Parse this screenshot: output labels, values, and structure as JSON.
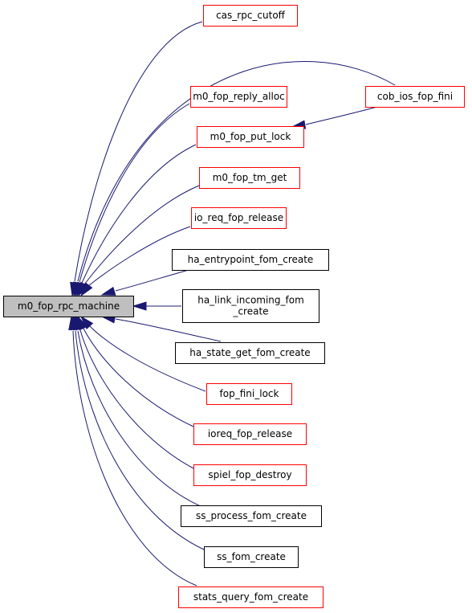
{
  "diagram": {
    "colors": {
      "edge": "#191970",
      "border_default": "#000000",
      "border_truncated": "#ff0000",
      "fill_default": "#ffffff",
      "fill_focus": "#bfbfbf"
    },
    "nodes": [
      {
        "id": "m0_fop_rpc_machine",
        "lines": [
          "m0_fop_rpc_machine"
        ],
        "style": "focus"
      },
      {
        "id": "cas_rpc_cutoff",
        "lines": [
          "cas_rpc_cutoff"
        ],
        "style": "truncated"
      },
      {
        "id": "m0_fop_reply_alloc",
        "lines": [
          "m0_fop_reply_alloc"
        ],
        "style": "truncated"
      },
      {
        "id": "cob_ios_fop_fini",
        "lines": [
          "cob_ios_fop_fini"
        ],
        "style": "truncated"
      },
      {
        "id": "m0_fop_put_lock",
        "lines": [
          "m0_fop_put_lock"
        ],
        "style": "truncated"
      },
      {
        "id": "m0_fop_tm_get",
        "lines": [
          "m0_fop_tm_get"
        ],
        "style": "truncated"
      },
      {
        "id": "io_req_fop_release",
        "lines": [
          "io_req_fop_release"
        ],
        "style": "truncated"
      },
      {
        "id": "ha_entrypoint_fom_create",
        "lines": [
          "ha_entrypoint_fom_create"
        ],
        "style": "default"
      },
      {
        "id": "ha_link_incoming_fom_create",
        "lines": [
          "ha_link_incoming_fom",
          "_create"
        ],
        "style": "default"
      },
      {
        "id": "ha_state_get_fom_create",
        "lines": [
          "ha_state_get_fom_create"
        ],
        "style": "default"
      },
      {
        "id": "fop_fini_lock",
        "lines": [
          "fop_fini_lock"
        ],
        "style": "truncated"
      },
      {
        "id": "ioreq_fop_release",
        "lines": [
          "ioreq_fop_release"
        ],
        "style": "truncated"
      },
      {
        "id": "spiel_fop_destroy",
        "lines": [
          "spiel_fop_destroy"
        ],
        "style": "truncated"
      },
      {
        "id": "ss_process_fom_create",
        "lines": [
          "ss_process_fom_create"
        ],
        "style": "default"
      },
      {
        "id": "ss_fom_create",
        "lines": [
          "ss_fom_create"
        ],
        "style": "default"
      },
      {
        "id": "stats_query_fom_create",
        "lines": [
          "stats_query_fom_create"
        ],
        "style": "truncated"
      }
    ],
    "edges": [
      {
        "from": "cas_rpc_cutoff",
        "to": "m0_fop_rpc_machine"
      },
      {
        "from": "cob_ios_fop_fini",
        "to": "m0_fop_rpc_machine"
      },
      {
        "from": "m0_fop_reply_alloc",
        "to": "m0_fop_rpc_machine"
      },
      {
        "from": "m0_fop_put_lock",
        "to": "m0_fop_rpc_machine"
      },
      {
        "from": "cob_ios_fop_fini",
        "to": "m0_fop_put_lock"
      },
      {
        "from": "m0_fop_tm_get",
        "to": "m0_fop_rpc_machine"
      },
      {
        "from": "io_req_fop_release",
        "to": "m0_fop_rpc_machine"
      },
      {
        "from": "ha_entrypoint_fom_create",
        "to": "m0_fop_rpc_machine"
      },
      {
        "from": "ha_link_incoming_fom_create",
        "to": "m0_fop_rpc_machine"
      },
      {
        "from": "ha_state_get_fom_create",
        "to": "m0_fop_rpc_machine"
      },
      {
        "from": "fop_fini_lock",
        "to": "m0_fop_rpc_machine"
      },
      {
        "from": "ioreq_fop_release",
        "to": "m0_fop_rpc_machine"
      },
      {
        "from": "spiel_fop_destroy",
        "to": "m0_fop_rpc_machine"
      },
      {
        "from": "ss_process_fom_create",
        "to": "m0_fop_rpc_machine"
      },
      {
        "from": "ss_fom_create",
        "to": "m0_fop_rpc_machine"
      },
      {
        "from": "stats_query_fom_create",
        "to": "m0_fop_rpc_machine"
      }
    ]
  }
}
